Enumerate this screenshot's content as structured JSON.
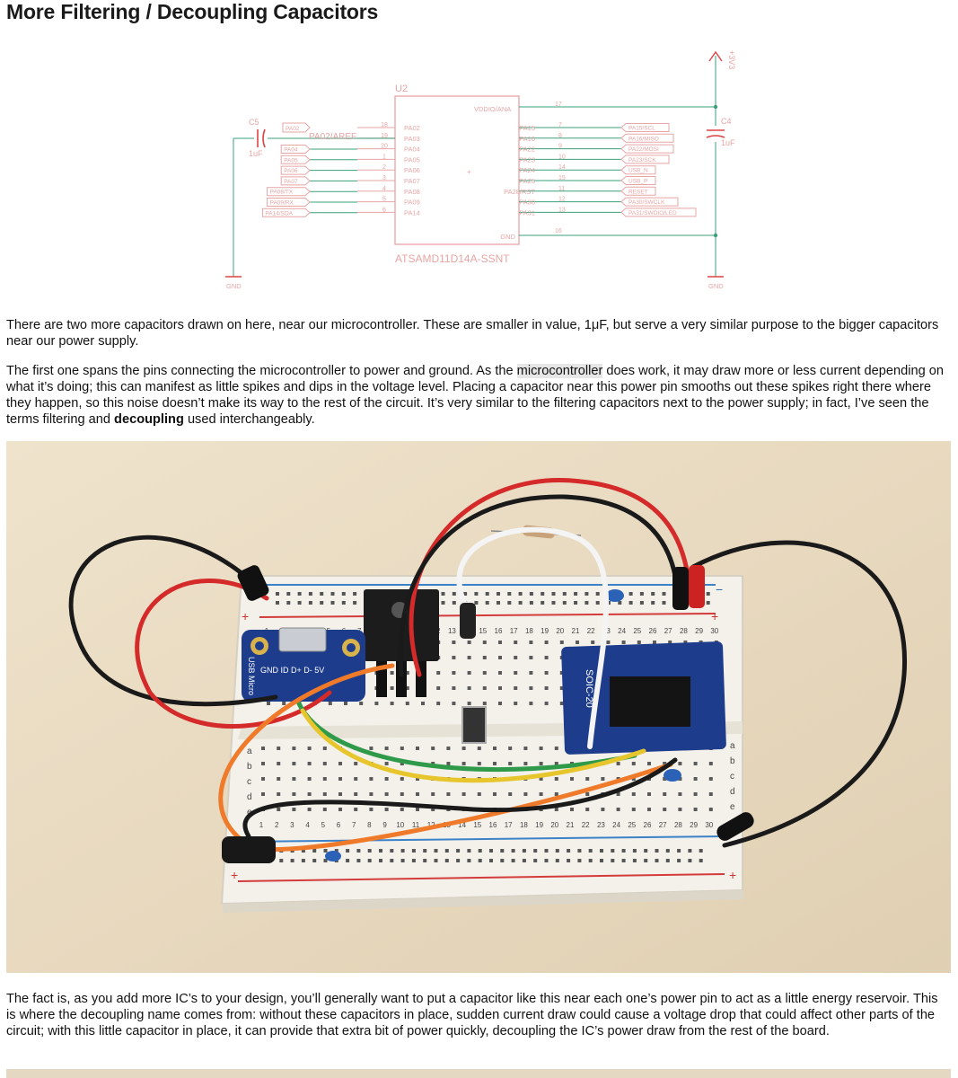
{
  "heading": "More Filtering / Decoupling Capacitors",
  "schematic": {
    "chip_ref": "U2",
    "chip_part": "ATSAMD11D14A-SSNT",
    "vdd_label": "VDDIO/ANA",
    "gnd_label": "GND",
    "power_label": "+3V3",
    "gnd_symbol": "GND",
    "c5_ref": "C5",
    "c5_value": "1uF",
    "c4_ref": "C4",
    "c4_value": "1uF",
    "pa02_tag": "PA02",
    "pa02_aref": "PA02/AREF",
    "left_pins": [
      {
        "num": "18",
        "name": "PA02"
      },
      {
        "num": "19",
        "name": "PA03"
      },
      {
        "num": "20",
        "name": "PA04"
      },
      {
        "num": "1",
        "name": "PA05"
      },
      {
        "num": "2",
        "name": "PA06"
      },
      {
        "num": "3",
        "name": "PA07"
      },
      {
        "num": "4",
        "name": "PA08"
      },
      {
        "num": "5",
        "name": "PA09"
      },
      {
        "num": "6",
        "name": "PA14"
      }
    ],
    "left_tags": [
      "PA04",
      "PA05",
      "PA06",
      "PA07",
      "PA08/TX",
      "PA09/RX",
      "PA14/SDA"
    ],
    "right_pins": [
      {
        "num": "7",
        "name": "PA15"
      },
      {
        "num": "8",
        "name": "PA16"
      },
      {
        "num": "9",
        "name": "PA22"
      },
      {
        "num": "10",
        "name": "PA23"
      },
      {
        "num": "14",
        "name": "PA24"
      },
      {
        "num": "15",
        "name": "PA25"
      },
      {
        "num": "11",
        "name": "PA28/RST"
      },
      {
        "num": "12",
        "name": "PA30"
      },
      {
        "num": "13",
        "name": "PA31"
      }
    ],
    "right_tags": [
      "PA15/SCL",
      "PA16/MISO",
      "PA22/MOSI",
      "PA23/SCK",
      "USB_N",
      "USB_P",
      "RESET",
      "PA30/SWCLK",
      "PA31/SWDIO/LED"
    ],
    "vdd_pin": "17",
    "gnd_pin": "16"
  },
  "paragraph1": "There are two more capacitors drawn on here, near our microcontroller. These are smaller in value, 1μF, but serve a very similar purpose to the bigger capacitors near our power supply.",
  "paragraph2": {
    "part1": "The first one spans the pins connecting the microcontroller to power and ground. As the ",
    "highlight": "microcontroller",
    "part2": " does work, it may draw more or less current depending on what it’s doing; this can manifest as little spikes and dips in the voltage level. Placing a capacitor near this power pin smooths out these spikes right there where they happen, so this noise doesn’t make its way to the rest of the circuit. It’s very similar to the filtering capacitors next to the power supply; in fact, I’ve seen the terms filtering and ",
    "bold": "decoupling",
    "part3": " used interchangeably."
  },
  "photo": {
    "usb_label": "USB Micro",
    "usb_pins": "GND ID D+ D- 5V",
    "soic_label": "SOIC-20",
    "breadboard_cols": [
      "1",
      "2",
      "3",
      "4",
      "5",
      "6",
      "7",
      "8",
      "9",
      "10",
      "11",
      "12",
      "13",
      "14",
      "15",
      "16",
      "17",
      "18",
      "19",
      "20",
      "21",
      "22",
      "23",
      "24",
      "25",
      "26",
      "27",
      "28",
      "29",
      "30"
    ],
    "row_letters": [
      "a",
      "b",
      "c",
      "d",
      "e"
    ],
    "plus": "+",
    "minus": "−"
  },
  "paragraph3": "The fact is, as you add more IC’s to your design, you’ll generally want to put a capacitor like this near each one’s power pin to act as a little energy reservoir. This is where the decoupling name comes from: without these capacitors in place, sudden current draw could cause a voltage drop that could affect other parts of the circuit; with this little capacitor in place, it can provide that extra bit of power quickly, decoupling the IC’s power draw from the rest of the board."
}
